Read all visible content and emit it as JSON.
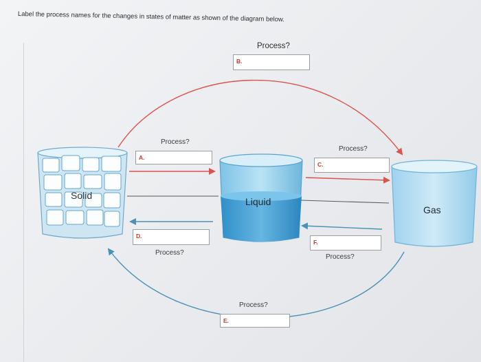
{
  "instruction": "Label the process names for the changes in states of matter as shown of the diagram below.",
  "states": {
    "solid": "Solid",
    "liquid": "Liquid",
    "gas": "Gas"
  },
  "processes": {
    "A": {
      "letter": "A.",
      "label": "Process?",
      "value": ""
    },
    "B": {
      "letter": "B.",
      "label": "Process?",
      "value": ""
    },
    "C": {
      "letter": "C.",
      "label": "Process?",
      "value": ""
    },
    "D": {
      "letter": "D.",
      "label": "Process?",
      "value": ""
    },
    "E": {
      "letter": "E.",
      "label": "Process?",
      "value": ""
    },
    "F": {
      "letter": "F.",
      "label": "Process?",
      "value": ""
    }
  },
  "colors": {
    "forward_arrow": "#d9534f",
    "reverse_arrow": "#4a90b8",
    "box_letter": "#c0392b"
  }
}
